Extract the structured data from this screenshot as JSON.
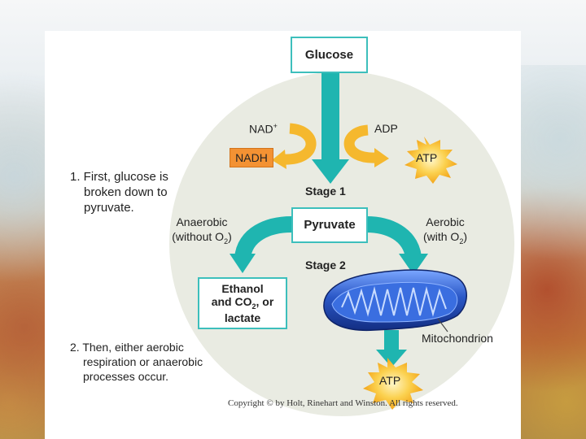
{
  "nodes": {
    "glucose": "Glucose",
    "nadh": "NADH",
    "atp_top": "ATP",
    "pyruvate": "Pyruvate",
    "ethanol_line1": "Ethanol",
    "ethanol_line2a": "and CO",
    "ethanol_line2_sub": "2",
    "ethanol_line2b": ", or",
    "ethanol_line3": "lactate",
    "atp_bottom": "ATP"
  },
  "labels": {
    "nad_base": "NAD",
    "nad_sup": "+",
    "adp": "ADP",
    "stage1": "Stage 1",
    "stage2": "Stage 2",
    "anaerobic_line1": "Anaerobic",
    "anaerobic_line2a": "(without O",
    "anaerobic_line2_sub": "2",
    "anaerobic_line2b": ")",
    "aerobic_line1": "Aerobic",
    "aerobic_line2a": "(with O",
    "aerobic_line2_sub": "2",
    "aerobic_line2b": ")",
    "mitochondrion": "Mitochondrion"
  },
  "steps": {
    "step1_line1": "1. First, glucose is",
    "step1_line2": "broken down to",
    "step1_line3": "pyruvate.",
    "step2_line1": "2. Then, either aerobic",
    "step2_line2": "respiration or anaerobic",
    "step2_line3": "processes occur."
  },
  "copyright": "Copyright © by Holt, Rinehart and Winston. All rights reserved.",
  "colors": {
    "teal": "#1fb5b0",
    "gold": "#f5b82e",
    "nadh_fill": "#f39233",
    "mito_blue": "#2d55b8"
  }
}
